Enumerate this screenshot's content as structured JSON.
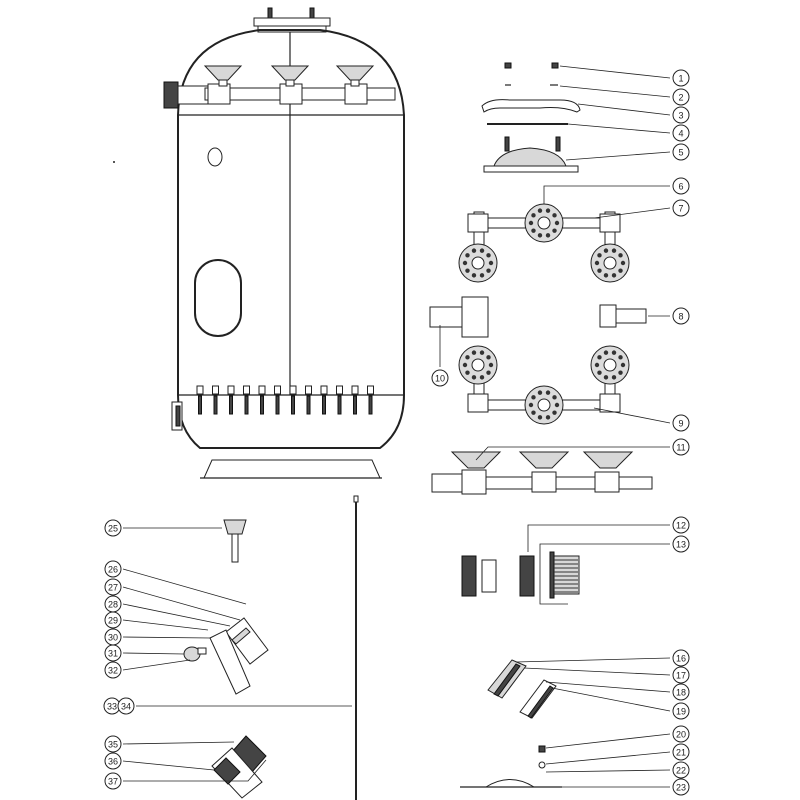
{
  "callouts": [
    {
      "id": "c1",
      "label": "1"
    },
    {
      "id": "c2",
      "label": "2"
    },
    {
      "id": "c3",
      "label": "3"
    },
    {
      "id": "c4",
      "label": "4"
    },
    {
      "id": "c5",
      "label": "5"
    },
    {
      "id": "c6",
      "label": "6"
    },
    {
      "id": "c7",
      "label": "7"
    },
    {
      "id": "c8",
      "label": "8"
    },
    {
      "id": "c9",
      "label": "9"
    },
    {
      "id": "c10",
      "label": "10"
    },
    {
      "id": "c11",
      "label": "11"
    },
    {
      "id": "c12",
      "label": "12"
    },
    {
      "id": "c13",
      "label": "13"
    },
    {
      "id": "c16",
      "label": "16"
    },
    {
      "id": "c17",
      "label": "17"
    },
    {
      "id": "c18",
      "label": "18"
    },
    {
      "id": "c19",
      "label": "19"
    },
    {
      "id": "c20",
      "label": "20"
    },
    {
      "id": "c21",
      "label": "21"
    },
    {
      "id": "c22",
      "label": "22"
    },
    {
      "id": "c23",
      "label": "23"
    },
    {
      "id": "c25",
      "label": "25"
    },
    {
      "id": "c26",
      "label": "26"
    },
    {
      "id": "c27",
      "label": "27"
    },
    {
      "id": "c28",
      "label": "28"
    },
    {
      "id": "c29",
      "label": "29"
    },
    {
      "id": "c30",
      "label": "30"
    },
    {
      "id": "c31",
      "label": "31"
    },
    {
      "id": "c32",
      "label": "32"
    },
    {
      "id": "c33",
      "label": "33"
    },
    {
      "id": "c34",
      "label": "34"
    },
    {
      "id": "c35",
      "label": "35"
    },
    {
      "id": "c36",
      "label": "36"
    },
    {
      "id": "c37",
      "label": "37"
    }
  ]
}
